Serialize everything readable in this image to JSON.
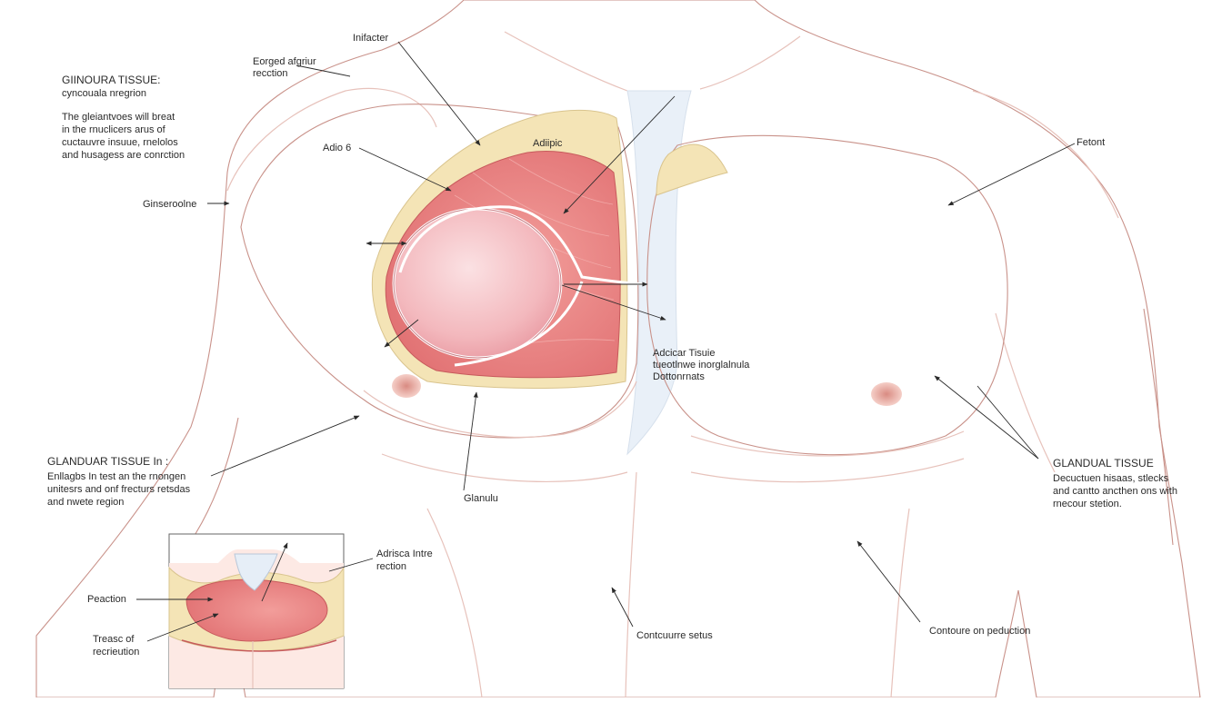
{
  "colors": {
    "skin_light": "#fbe9e4",
    "skin_mid": "#f6d7cf",
    "skin_outline": "#c9928a",
    "fat_yellow": "#f3e2b2",
    "muscle_red": "#e27b7b",
    "gland_pink": "#f6c4c6",
    "sternum_blue": "#e6eef7",
    "nipple": "#e3a39a",
    "text": "#2a2a2a"
  },
  "left_notes": {
    "top_title": "GIINOURA TISSUE:",
    "top_subtitle": "cyncouala nregrion",
    "top_desc": [
      "The gleiantvoes will breat",
      "in the rnuclicers arus of",
      "cuctauvre insuue, rnelolos",
      "and husagess are conrction"
    ],
    "mid_title": "GLANDUAR TISSUE In :",
    "mid_desc": [
      "Enllagbs In test an the rnongen",
      "unitesrs and onf frecturs retsdas",
      "and nwete region"
    ]
  },
  "right_note": {
    "title": "GLANDUAL TISSUE",
    "desc": [
      "Decuctuen hisaas, stlecks",
      "and cantto ancthen ons with",
      "rnecour stetion."
    ]
  },
  "labels": {
    "inflacter": "Inifacter",
    "enlarged": [
      "Eorged  afgriur",
      "recction"
    ],
    "adipo": "Adio 6",
    "adipose": "Adiipic",
    "gynecomastia": "Ginseroolne",
    "fatfront": "Fetont",
    "adipose_tissue": [
      "Adcicar Tisuie",
      "tueotlnwe inorglalnula",
      "Dottonrnats"
    ],
    "glandula": "Glanulu",
    "contour_status": "Contcuurre setus",
    "contour_reduction": "Contoure on peduction"
  },
  "inset": {
    "adipose_label": [
      "Adrisca Intre",
      "rection"
    ],
    "reduction_label": "Peaction",
    "tissue_label": [
      "Treasc of",
      "recrieution"
    ]
  }
}
